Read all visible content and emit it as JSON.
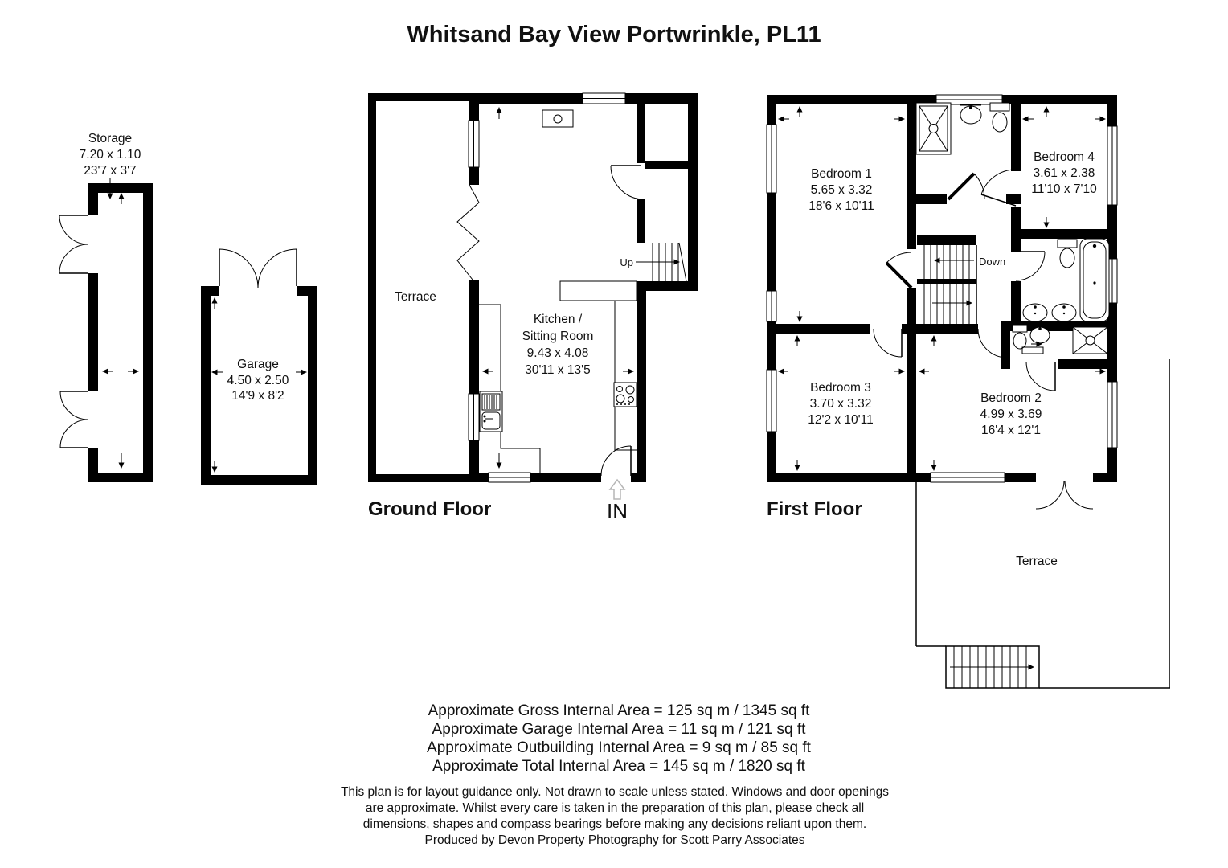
{
  "title": "Whitsand Bay View Portwrinkle, PL11",
  "outbuildings": {
    "storage": {
      "name": "Storage",
      "metric": "7.20 x 1.10",
      "imperial": "23'7 x 3'7"
    },
    "garage": {
      "name": "Garage",
      "metric": "4.50 x 2.50",
      "imperial": "14'9 x 8'2"
    }
  },
  "ground_floor": {
    "label": "Ground Floor",
    "terrace_label": "Terrace",
    "entrance_label": "IN",
    "stairs_label": "Up",
    "kitchen_sitting_room": {
      "name_line1": "Kitchen /",
      "name_line2": "Sitting Room",
      "metric": "9.43 x 4.08",
      "imperial": "30'11 x 13'5"
    }
  },
  "first_floor": {
    "label": "First Floor",
    "terrace_label": "Terrace",
    "stairs_label": "Down",
    "bedroom1": {
      "name": "Bedroom 1",
      "metric": "5.65 x 3.32",
      "imperial": "18'6 x 10'11"
    },
    "bedroom2": {
      "name": "Bedroom 2",
      "metric": "4.99 x 3.69",
      "imperial": "16'4 x 12'1"
    },
    "bedroom3": {
      "name": "Bedroom 3",
      "metric": "3.70 x 3.32",
      "imperial": "12'2 x 10'11"
    },
    "bedroom4": {
      "name": "Bedroom 4",
      "metric": "3.61 x 2.38",
      "imperial": "11'10 x 7'10"
    }
  },
  "areas": {
    "gross": "Approximate Gross Internal Area = 125 sq m / 1345 sq ft",
    "garage": "Approximate Garage Internal Area = 11 sq m / 121 sq ft",
    "outbuilding": "Approximate Outbuilding Internal Area = 9 sq m / 85 sq ft",
    "total": "Approximate Total Internal Area = 145 sq m / 1820 sq ft"
  },
  "disclaimer": {
    "line1": "This plan is for layout guidance only. Not drawn to scale unless stated. Windows and door openings",
    "line2": "are approximate. Whilst every care is taken in the preparation of this plan, please check all",
    "line3": "dimensions, shapes and compass bearings before making any decisions reliant upon them.",
    "line4": "Produced by Devon Property Photography for Scott Parry Associates"
  },
  "colors": {
    "wall": "#000000",
    "background": "#ffffff",
    "entry_arrow": "#b5b5b5"
  }
}
